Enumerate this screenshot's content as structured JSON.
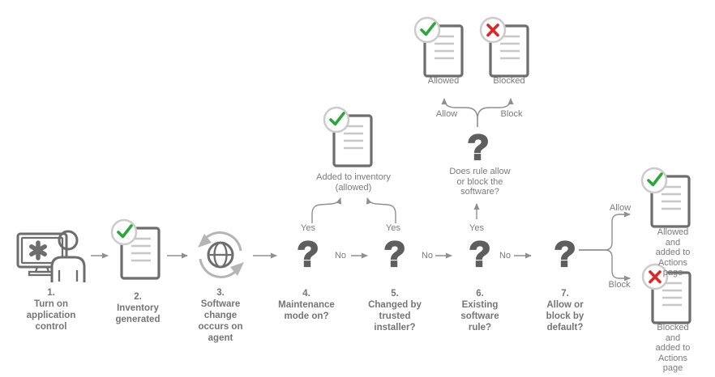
{
  "colors": {
    "green": "#2BA53C",
    "red": "#DC2727"
  },
  "steps": [
    {
      "label": "1.\nTurn on\napplication\ncontrol"
    },
    {
      "label": "2.\nInventory\ngenerated"
    },
    {
      "label": "3.\nSoftware\nchange\noccurs on\nagent"
    },
    {
      "label": "4.\nMaintenance\nmode on?"
    },
    {
      "label": "5.\nChanged by\ntrusted\ninstaller?"
    },
    {
      "label": "6.\nExisting\nsoftware\nrule?"
    },
    {
      "label": "7.\nAllow or\nblock by\ndefault?"
    }
  ],
  "question_glyph": "?",
  "branch_labels": {
    "yes4": "Yes",
    "yes5": "Yes",
    "yes6": "Yes",
    "no4": "No",
    "no5": "No",
    "no6": "No",
    "allow_rule": "Allow",
    "block_rule": "Block",
    "allow_default": "Allow",
    "block_default": "Block"
  },
  "outcomes": {
    "inventory": "Added to inventory\n(allowed)",
    "rule_question": "Does rule allow\nor block the\nsoftware?",
    "allowed": "Allowed",
    "blocked": "Blocked",
    "allowed_actions": "Allowed and\nadded to\nActions page",
    "blocked_actions": "Blocked and\nadded to\nActions page"
  }
}
